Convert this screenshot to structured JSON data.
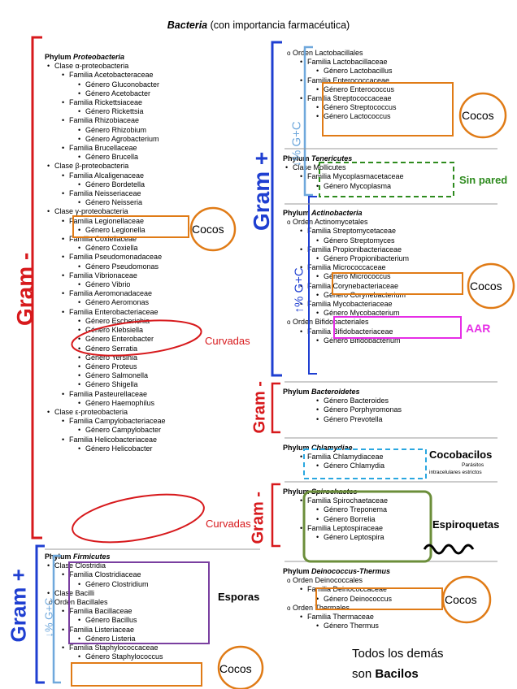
{
  "title": {
    "bold": "Bacteria",
    "rest": "(con importancia farmacéutica)"
  },
  "left": {
    "gram_neg": {
      "phylum_prefix": "Phylum",
      "phylum": "Proteobacteria",
      "rows": [
        {
          "l": 1,
          "t": "Clase α-proteobacteria"
        },
        {
          "l": 2,
          "t": "Familia Acetobacteraceae"
        },
        {
          "l": 3,
          "t": "Género Gluconobacter"
        },
        {
          "l": 3,
          "t": "Género Acetobacter"
        },
        {
          "l": 2,
          "t": "Familia Rickettsiaceae"
        },
        {
          "l": 3,
          "t": "Género Rickettsia"
        },
        {
          "l": 2,
          "t": "Familia Rhizobiaceae"
        },
        {
          "l": 3,
          "t": "Género Rhizobium"
        },
        {
          "l": 3,
          "t": "Género Agrobacterium"
        },
        {
          "l": 2,
          "t": "Familia Brucellaceae"
        },
        {
          "l": 3,
          "t": "Género Brucella"
        },
        {
          "l": 1,
          "t": "Clase β-proteobacteria"
        },
        {
          "l": 2,
          "t": "Familia Alcaligenaceae"
        },
        {
          "l": 3,
          "t": "Género Bordetella"
        },
        {
          "l": 2,
          "t": "Familia Neisseriaceae"
        },
        {
          "l": 3,
          "t": "Género Neisseria"
        },
        {
          "l": 1,
          "t": "Clase γ-proteobacteria"
        },
        {
          "l": 2,
          "t": "Familia Legionellaceae"
        },
        {
          "l": 3,
          "t": "Género Legionella"
        },
        {
          "l": 2,
          "t": "Familia Coxiellaceae"
        },
        {
          "l": 3,
          "t": "Género Coxiella"
        },
        {
          "l": 2,
          "t": "Familia Pseudomonadaceae"
        },
        {
          "l": 3,
          "t": "Género Pseudomonas"
        },
        {
          "l": 2,
          "t": "Familia Vibrionaceae"
        },
        {
          "l": 3,
          "t": "Género Vibrio"
        },
        {
          "l": 2,
          "t": "Familia Aeromonadaceae"
        },
        {
          "l": 3,
          "t": "Género Aeromonas"
        },
        {
          "l": 2,
          "t": "Familia Enterobacteriaceae"
        },
        {
          "l": 3,
          "t": "Género Escherichia"
        },
        {
          "l": 3,
          "t": "Género Klebsiella"
        },
        {
          "l": 3,
          "t": "Género Enterobacter"
        },
        {
          "l": 3,
          "t": "Género Serratia"
        },
        {
          "l": 3,
          "t": "Género Yersinia"
        },
        {
          "l": 3,
          "t": "Género Proteus"
        },
        {
          "l": 3,
          "t": "Género Salmonella"
        },
        {
          "l": 3,
          "t": "Género Shigella"
        },
        {
          "l": 2,
          "t": "Familia Pasteurellaceae"
        },
        {
          "l": 3,
          "t": "Género Haemophilus"
        },
        {
          "l": 1,
          "t": "Clase ε-proteobacteria"
        },
        {
          "l": 2,
          "t": "Familia Campylobacteriaceae"
        },
        {
          "l": 3,
          "t": "Género Campylobacter"
        },
        {
          "l": 2,
          "t": "Familia Helicobacteriaceae"
        },
        {
          "l": 3,
          "t": "Género Helicobacter"
        }
      ]
    },
    "gram_pos": {
      "phylum_prefix": "Phylum",
      "phylum": "Firmicutes",
      "rows": [
        {
          "l": 1,
          "t": "Clase Clostridia"
        },
        {
          "l": 2,
          "t": "Familia Clostridiaceae"
        },
        {
          "l": 3,
          "t": "Género Clostridium"
        },
        {
          "l": 1,
          "t": "Clase Bacilli"
        },
        {
          "l": 1,
          "t": "Orden Bacillales",
          "o": true
        },
        {
          "l": 2,
          "t": "Familia Bacillaceae"
        },
        {
          "l": 3,
          "t": "Género Bacillus"
        },
        {
          "l": 2,
          "t": "Familia Listeriaceae"
        },
        {
          "l": 3,
          "t": "Género Listeria"
        },
        {
          "l": 2,
          "t": "Familia Staphylococcaceae"
        },
        {
          "l": 3,
          "t": "Género Staphylococcus"
        }
      ]
    }
  },
  "right": {
    "block1": [
      {
        "l": 1,
        "t": "Orden Lactobacillales",
        "o": true
      },
      {
        "l": 2,
        "t": "Familia Lactobacillaceae"
      },
      {
        "l": 3,
        "t": "Género Lactobacillus"
      },
      {
        "l": 2,
        "t": "Familia Enterococcaceae"
      },
      {
        "l": 3,
        "t": "Género Enterococcus"
      },
      {
        "l": 2,
        "t": "Familia Streptococcaceae"
      },
      {
        "l": 3,
        "t": "Género Streptococcus"
      },
      {
        "l": 3,
        "t": "Género Lactococcus"
      }
    ],
    "tenericutes": {
      "phylum_prefix": "Phylum",
      "phylum": "Tenericutes",
      "rows": [
        {
          "l": 1,
          "t": "Clase Mollicutes"
        },
        {
          "l": 2,
          "t": "Familia Mycoplasmacetaceae"
        },
        {
          "l": 3,
          "t": "Género Mycoplasma"
        }
      ]
    },
    "actinobacteria": {
      "phylum_prefix": "Phylum",
      "phylum": "Actinobacteria",
      "rows": [
        {
          "l": 1,
          "t": "Orden Actinomycetales",
          "o": true
        },
        {
          "l": 2,
          "t": "Familia Streptomycetaceae"
        },
        {
          "l": 3,
          "t": "Género Streptomyces"
        },
        {
          "l": 2,
          "t": "Familia Propionibacteriaceae"
        },
        {
          "l": 3,
          "t": "Género Propionibacterium"
        },
        {
          "l": 2,
          "t": "Familia Micrococcaceae"
        },
        {
          "l": 3,
          "t": "Género Micrococcus"
        },
        {
          "l": 2,
          "t": "Familia Corynebacteriaceae"
        },
        {
          "l": 3,
          "t": "Género Corynebacterium"
        },
        {
          "l": 2,
          "t": "Familia Mycobacteriaceae"
        },
        {
          "l": 3,
          "t": "Género Mycobacterium"
        },
        {
          "l": 1,
          "t": "Orden Bifidobacteriales",
          "o": true
        },
        {
          "l": 2,
          "t": "Familia Bifidobacteriaceae"
        },
        {
          "l": 3,
          "t": "Género Bifidobacterium"
        }
      ]
    },
    "bacteroidetes": {
      "phylum_prefix": "Phylum",
      "phylum": "Bacteroidetes",
      "rows": [
        {
          "l": 3,
          "t": "Género Bacteroides"
        },
        {
          "l": 3,
          "t": "Género Porphyromonas"
        },
        {
          "l": 3,
          "t": "Género Prevotella"
        }
      ]
    },
    "chlamydiae": {
      "phylum_prefix": "Phylum",
      "phylum": "Chlamydiae",
      "rows": [
        {
          "l": 2,
          "t": "Familia Chlamydiaceae"
        },
        {
          "l": 3,
          "t": "Género Chlamydia"
        }
      ]
    },
    "spirochaetes": {
      "phylum_prefix": "Phylum",
      "phylum": "Spirochaetes",
      "rows": [
        {
          "l": 2,
          "t": "Familia Spirochaetaceae"
        },
        {
          "l": 3,
          "t": "Género Treponema"
        },
        {
          "l": 3,
          "t": "Género Borrelia"
        },
        {
          "l": 2,
          "t": "Familia Leptospiraceae"
        },
        {
          "l": 3,
          "t": "Género Leptospira"
        }
      ]
    },
    "deinococcus": {
      "phylum_prefix": "Phylum",
      "phylum": "Deinococcus-Thermus",
      "rows": [
        {
          "l": 1,
          "t": "Orden Deinococcales",
          "o": true
        },
        {
          "l": 2,
          "t": "Familia Deinococcaceae"
        },
        {
          "l": 3,
          "t": "Género Deinococcus"
        },
        {
          "l": 1,
          "t": "Orden Thermales",
          "o": true
        },
        {
          "l": 2,
          "t": "Familia Thermaceae"
        },
        {
          "l": 3,
          "t": "Género Thermus"
        }
      ]
    }
  },
  "annotations": {
    "gram_neg_main": "Gram -",
    "gram_pos_main": "Gram +",
    "gram_pos_left": "Gram +",
    "gram_neg_bacteroidetes": "Gram -",
    "gram_neg_spiro": "Gram -",
    "gc_low_top": "↓% G+C",
    "gc_high": "↑% G+C",
    "gc_low_bottom": "↓% G+C",
    "cocos": "Cocos",
    "curvadas": "Curvadas",
    "sin_pared": "Sin pared",
    "aar": "AAR",
    "cocobacilos": "Cocobacilos",
    "parasitos_1": "Parásitos",
    "parasitos_2": "intracelulares estrictos",
    "espiroquetas": "Espiroquetas",
    "esporas": "Esporas",
    "footer_1": "Todos los demás",
    "footer_2_pre": "son ",
    "footer_2_bold": "Bacilos"
  },
  "colors": {
    "red": "#d7191c",
    "blue": "#1f3fd1",
    "lightblue": "#6fa8dc",
    "orange": "#e07b16",
    "green": "#2e8b1e",
    "magenta": "#e62ee6",
    "cyan": "#2aa7e0",
    "olive": "#6b8e3a",
    "purple": "#7a3fa0"
  }
}
